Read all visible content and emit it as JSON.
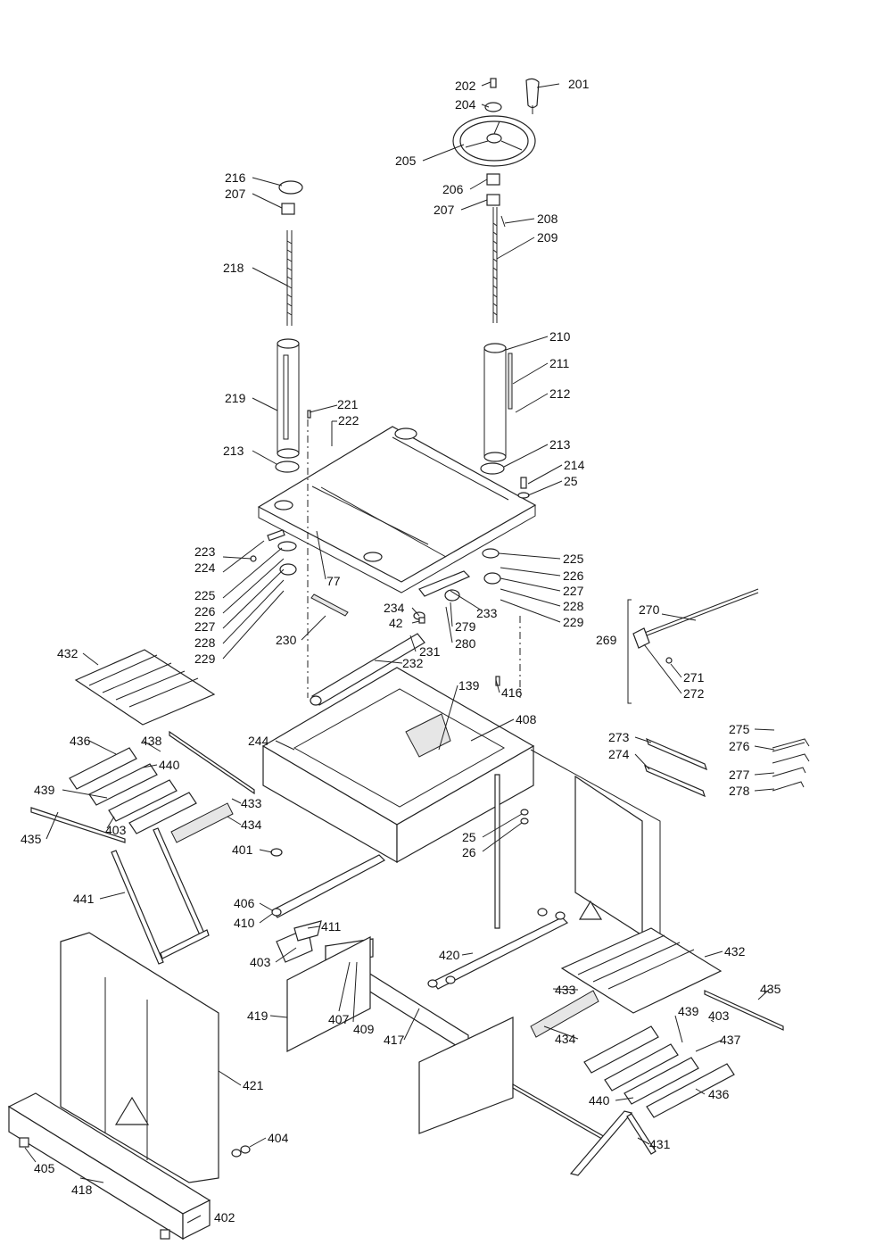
{
  "callouts": {
    "c201": "201",
    "c202": "202",
    "c204": "204",
    "c205": "205",
    "c206": "206",
    "c207a": "207",
    "c207b": "207",
    "c208": "208",
    "c209": "209",
    "c210": "210",
    "c211": "211",
    "c212": "212",
    "c213a": "213",
    "c213b": "213",
    "c214": "214",
    "c216": "216",
    "c218": "218",
    "c219": "219",
    "c221": "221",
    "c222": "222",
    "c25a": "25",
    "c25b": "25",
    "c26": "26",
    "c223": "223",
    "c224": "224",
    "c225a": "225",
    "c225b": "225",
    "c226a": "226",
    "c226b": "226",
    "c227a": "227",
    "c227b": "227",
    "c228a": "228",
    "c228b": "228",
    "c229a": "229",
    "c229b": "229",
    "c77": "77",
    "c230": "230",
    "c231": "231",
    "c232": "232",
    "c233": "233",
    "c234": "234",
    "c42": "42",
    "c279": "279",
    "c280": "280",
    "c269": "269",
    "c270": "270",
    "c271": "271",
    "c272": "272",
    "c273": "273",
    "c274": "274",
    "c275": "275",
    "c276": "276",
    "c277": "277",
    "c278": "278",
    "c139": "139",
    "c416": "416",
    "c408": "408",
    "c244": "244",
    "c432a": "432",
    "c432b": "432",
    "c436a": "436",
    "c436b": "436",
    "c438": "438",
    "c439a": "439",
    "c439b": "439",
    "c440a": "440",
    "c440b": "440",
    "c403a": "403",
    "c403b": "403",
    "c403c": "403",
    "c433a": "433",
    "c433b": "433",
    "c434a": "434",
    "c434b": "434",
    "c435a": "435",
    "c435b": "435",
    "c401": "401",
    "c441": "441",
    "c406": "406",
    "c410": "410",
    "c411": "411",
    "c419": "419",
    "c407": "407",
    "c409": "409",
    "c417": "417",
    "c420": "420",
    "c437": "437",
    "c431": "431",
    "c421": "421",
    "c404": "404",
    "c405": "405",
    "c418": "418",
    "c402": "402"
  }
}
